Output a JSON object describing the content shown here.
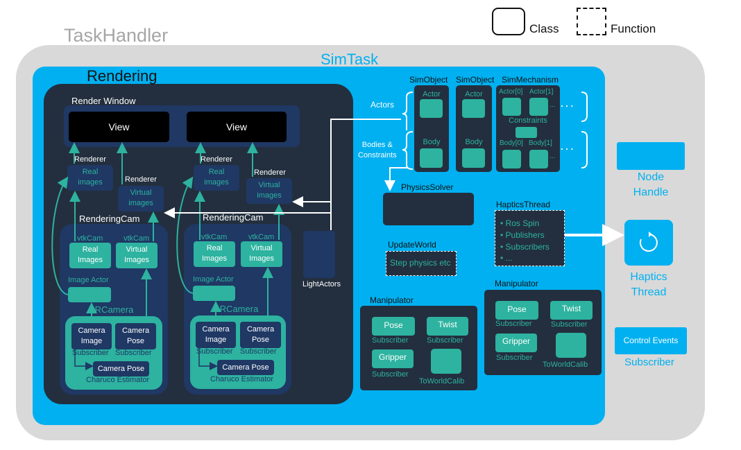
{
  "legend": {
    "class_label": "Class",
    "function_label": "Function"
  },
  "task_handler": {
    "title": "TaskHandler"
  },
  "sim_task": {
    "title": "SimTask"
  },
  "rendering": {
    "title": "Rendering",
    "render_window": "Render Window",
    "view_1": "View",
    "view_2": "View",
    "renderer_1": "Renderer",
    "real_images_1": "Real\nimages",
    "renderer_2": "Renderer",
    "virtual_images_1": "Virtual\nimages",
    "renderer_3": "Renderer",
    "real_images_2": "Real\nimages",
    "renderer_4": "Renderer",
    "virtual_images_2": "Virtual\nimages",
    "light_actors": "LightActors"
  },
  "rendering_cams": [
    {
      "title": "RenderingCam",
      "vtk_cam_1": "vtkCam",
      "real_images": "Real\nImages",
      "vtk_cam_2": "vtkCam",
      "virtual_images": "Virtual\nImages",
      "image_actor": "Image Actor",
      "ar_camera": "ARCamera",
      "camera_image": "Camera\nImage",
      "camera_pose": "Camera\nPose",
      "subscriber_1": "Subscriber",
      "subscriber_2": "Subscriber",
      "estimator_box": "Camera Pose",
      "estimator_label": "Charuco Estimator"
    },
    {
      "title": "RenderingCam",
      "vtk_cam_1": "vtkCam",
      "real_images": "Real\nImages",
      "vtk_cam_2": "vtkCam",
      "virtual_images": "Virtual\nImages",
      "image_actor": "Image Actor",
      "ar_camera": "ARCamera",
      "camera_image": "Camera\nImage",
      "camera_pose": "Camera\nPose",
      "subscriber_1": "Subscriber",
      "subscriber_2": "Subscriber",
      "estimator_box": "Camera Pose",
      "estimator_label": "Charuco Estimator"
    }
  ],
  "sim": {
    "actors_label": "Actors",
    "bodies_label": "Bodies &\nConstraints",
    "sim_object_1": "SimObject",
    "sim_object_2": "SimObject",
    "sim_mechanism": "SimMechanism",
    "actor_1": "Actor",
    "actor_2": "Actor",
    "body_1": "Body",
    "body_2": "Body",
    "actor_0": "Actor[0]",
    "actor_1_idx": "Actor[1]",
    "constraints": "Constraints",
    "body_0": "Body[0]",
    "body_1_idx": "Body[1]",
    "ellipsis_small_1": "...",
    "ellipsis_small_2": "...",
    "ellipsis_big_1": ". . .",
    "ellipsis_big_2": ". . .",
    "physics_solver": "PhysicsSolver",
    "update_world": "UpdateWorld",
    "step_physics": "Step physics etc"
  },
  "haptics": {
    "thread_label": "HapticsThread",
    "items": [
      "Ros Spin",
      "Publishers",
      "Subscribers",
      "..."
    ],
    "haptics_thread_1": "Haptics",
    "haptics_thread_2": "Thread"
  },
  "manipulators": [
    {
      "title": "Manipulator",
      "pose": "Pose",
      "pose_sub": "Subscriber",
      "twist": "Twist",
      "twist_sub": "Subscriber",
      "gripper": "Gripper",
      "gripper_sub": "Subscriber",
      "to_world": "ToWorldCalib"
    },
    {
      "title": "Manipulator",
      "pose": "Pose",
      "pose_sub": "Subscriber",
      "twist": "Twist",
      "twist_sub": "Subscriber",
      "gripper": "Gripper",
      "gripper_sub": "Subscriber",
      "to_world": "ToWorldCalib"
    }
  ],
  "node_handle": {
    "line_1": "Node",
    "line_2": "Handle"
  },
  "control_events": {
    "box": "Control Events",
    "label": "Subscriber"
  },
  "colors": {
    "task_handler_bg": "#d9d9d9",
    "sim_task_bg": "#00b0f0",
    "rendering_bg": "#232f3e",
    "rendering_cam_bg": "#1f3864",
    "teal": "#2db3a0",
    "navy": "#1f3864"
  }
}
